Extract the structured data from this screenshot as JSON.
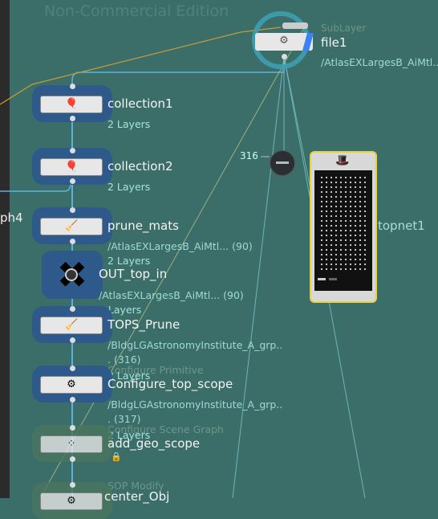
{
  "watermark": "Non-Commercial Edition",
  "left_label": "ph4",
  "file_node": {
    "type": "SubLayer",
    "name": "file1",
    "path": "/AtlasEXLargesB_AiMtl..."
  },
  "nodes": [
    {
      "name": "collection1",
      "sub": "2 Layers"
    },
    {
      "name": "collection2",
      "sub": "2 Layers"
    },
    {
      "name": "prune_mats",
      "path": "/AtlasEXLargesB_AiMtl... (90)",
      "sub": "2 Layers"
    },
    {
      "name": "OUT_top_in",
      "path": "/AtlasEXLargesB_AiMtl... (90)",
      "sub": "2 Layers"
    },
    {
      "name": "TOPS_Prune",
      "path1": "/BldgLGAstronomyInstitute_A_grp..",
      "path2": ". (316)",
      "sub": "2 Layers",
      "type_faded": "Configure Primitive"
    },
    {
      "name": "Configure_top_scope",
      "path1": "/BldgLGAstronomyInstitute_A_grp..",
      "path2": ". (317)",
      "sub": "2 Layers",
      "type_faded": "Configure Scene Graph"
    },
    {
      "name": "add_geo_scope",
      "type_faded": "SOP Modify"
    },
    {
      "name": "center_Obj"
    }
  ],
  "switch_label": "316",
  "topnet": {
    "name": "topnet1"
  }
}
